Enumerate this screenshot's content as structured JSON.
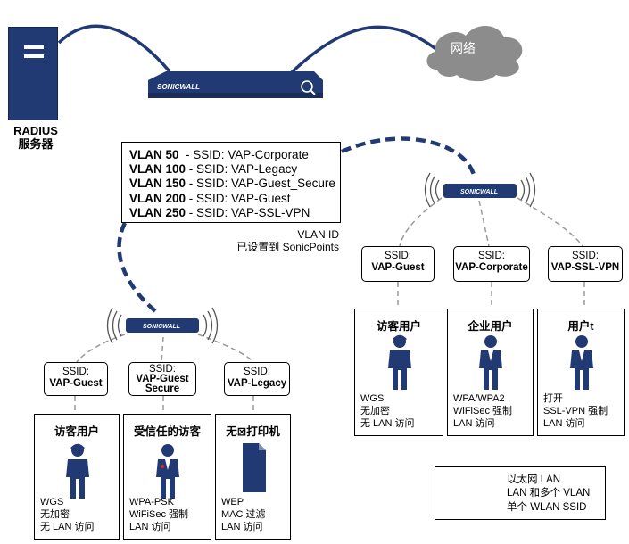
{
  "cloud": {
    "label": "网络"
  },
  "radius": {
    "line1": "RADIUS",
    "line2": "服务器"
  },
  "vlan_table": [
    {
      "id": "VLAN 50",
      "ssid": "  - SSID: VAP-Corporate"
    },
    {
      "id": "VLAN 100",
      "ssid": " - SSID: VAP-Legacy"
    },
    {
      "id": "VLAN 150",
      "ssid": " - SSID: VAP-Guest_Secure"
    },
    {
      "id": "VLAN 200",
      "ssid": " - SSID: VAP-Guest"
    },
    {
      "id": "VLAN 250",
      "ssid": " - SSID: VAP-SSL-VPN"
    }
  ],
  "vlan_note": {
    "line1": "VLAN ID",
    "line2": "已设置到 SonicPoints"
  },
  "left_ssids": [
    {
      "label": "SSID:",
      "name": "VAP-Guest",
      "name2": ""
    },
    {
      "label": "SSID:",
      "name": "VAP-Guest",
      "name2": "Secure"
    },
    {
      "label": "SSID:",
      "name": "VAP-Legacy",
      "name2": ""
    }
  ],
  "right_ssids": [
    {
      "label": "SSID:",
      "name": "VAP-Guest"
    },
    {
      "label": "SSID:",
      "name": "VAP-Corporate"
    },
    {
      "label": "SSID:",
      "name": "VAP-SSL-VPN"
    }
  ],
  "left_cards": [
    {
      "title": "访客用户",
      "lines": [
        "WGS",
        "无加密",
        "无 LAN 访问"
      ]
    },
    {
      "title": "受信任的访客",
      "lines": [
        "WPA-PSK",
        "WiFiSec 强制",
        "LAN 访问"
      ]
    },
    {
      "title": "无⊠打印机",
      "lines": [
        "WEP",
        "MAC 过滤",
        "LAN 访问"
      ]
    }
  ],
  "right_cards": [
    {
      "title": "访客用户",
      "lines": [
        "WGS",
        "无加密",
        "无 LAN 访问"
      ]
    },
    {
      "title": "企业用户",
      "lines": [
        "WPA/WPA2",
        "WiFiSec 强制",
        "LAN 访问"
      ]
    },
    {
      "title": "用户t",
      "lines": [
        "打开",
        "SSL-VPN 强制",
        "LAN 访问"
      ]
    }
  ],
  "legend": [
    {
      "label": "以太网 LAN"
    },
    {
      "label": "LAN 和多个 VLAN"
    },
    {
      "label": "单个 WLAN SSID"
    }
  ],
  "device_logo": "SONICWALL",
  "colors": {
    "navy": "#223a73",
    "cloud": "#8c8c8c",
    "dashed_thin": "#9a9a9a",
    "badge_red": "#e0262e"
  }
}
